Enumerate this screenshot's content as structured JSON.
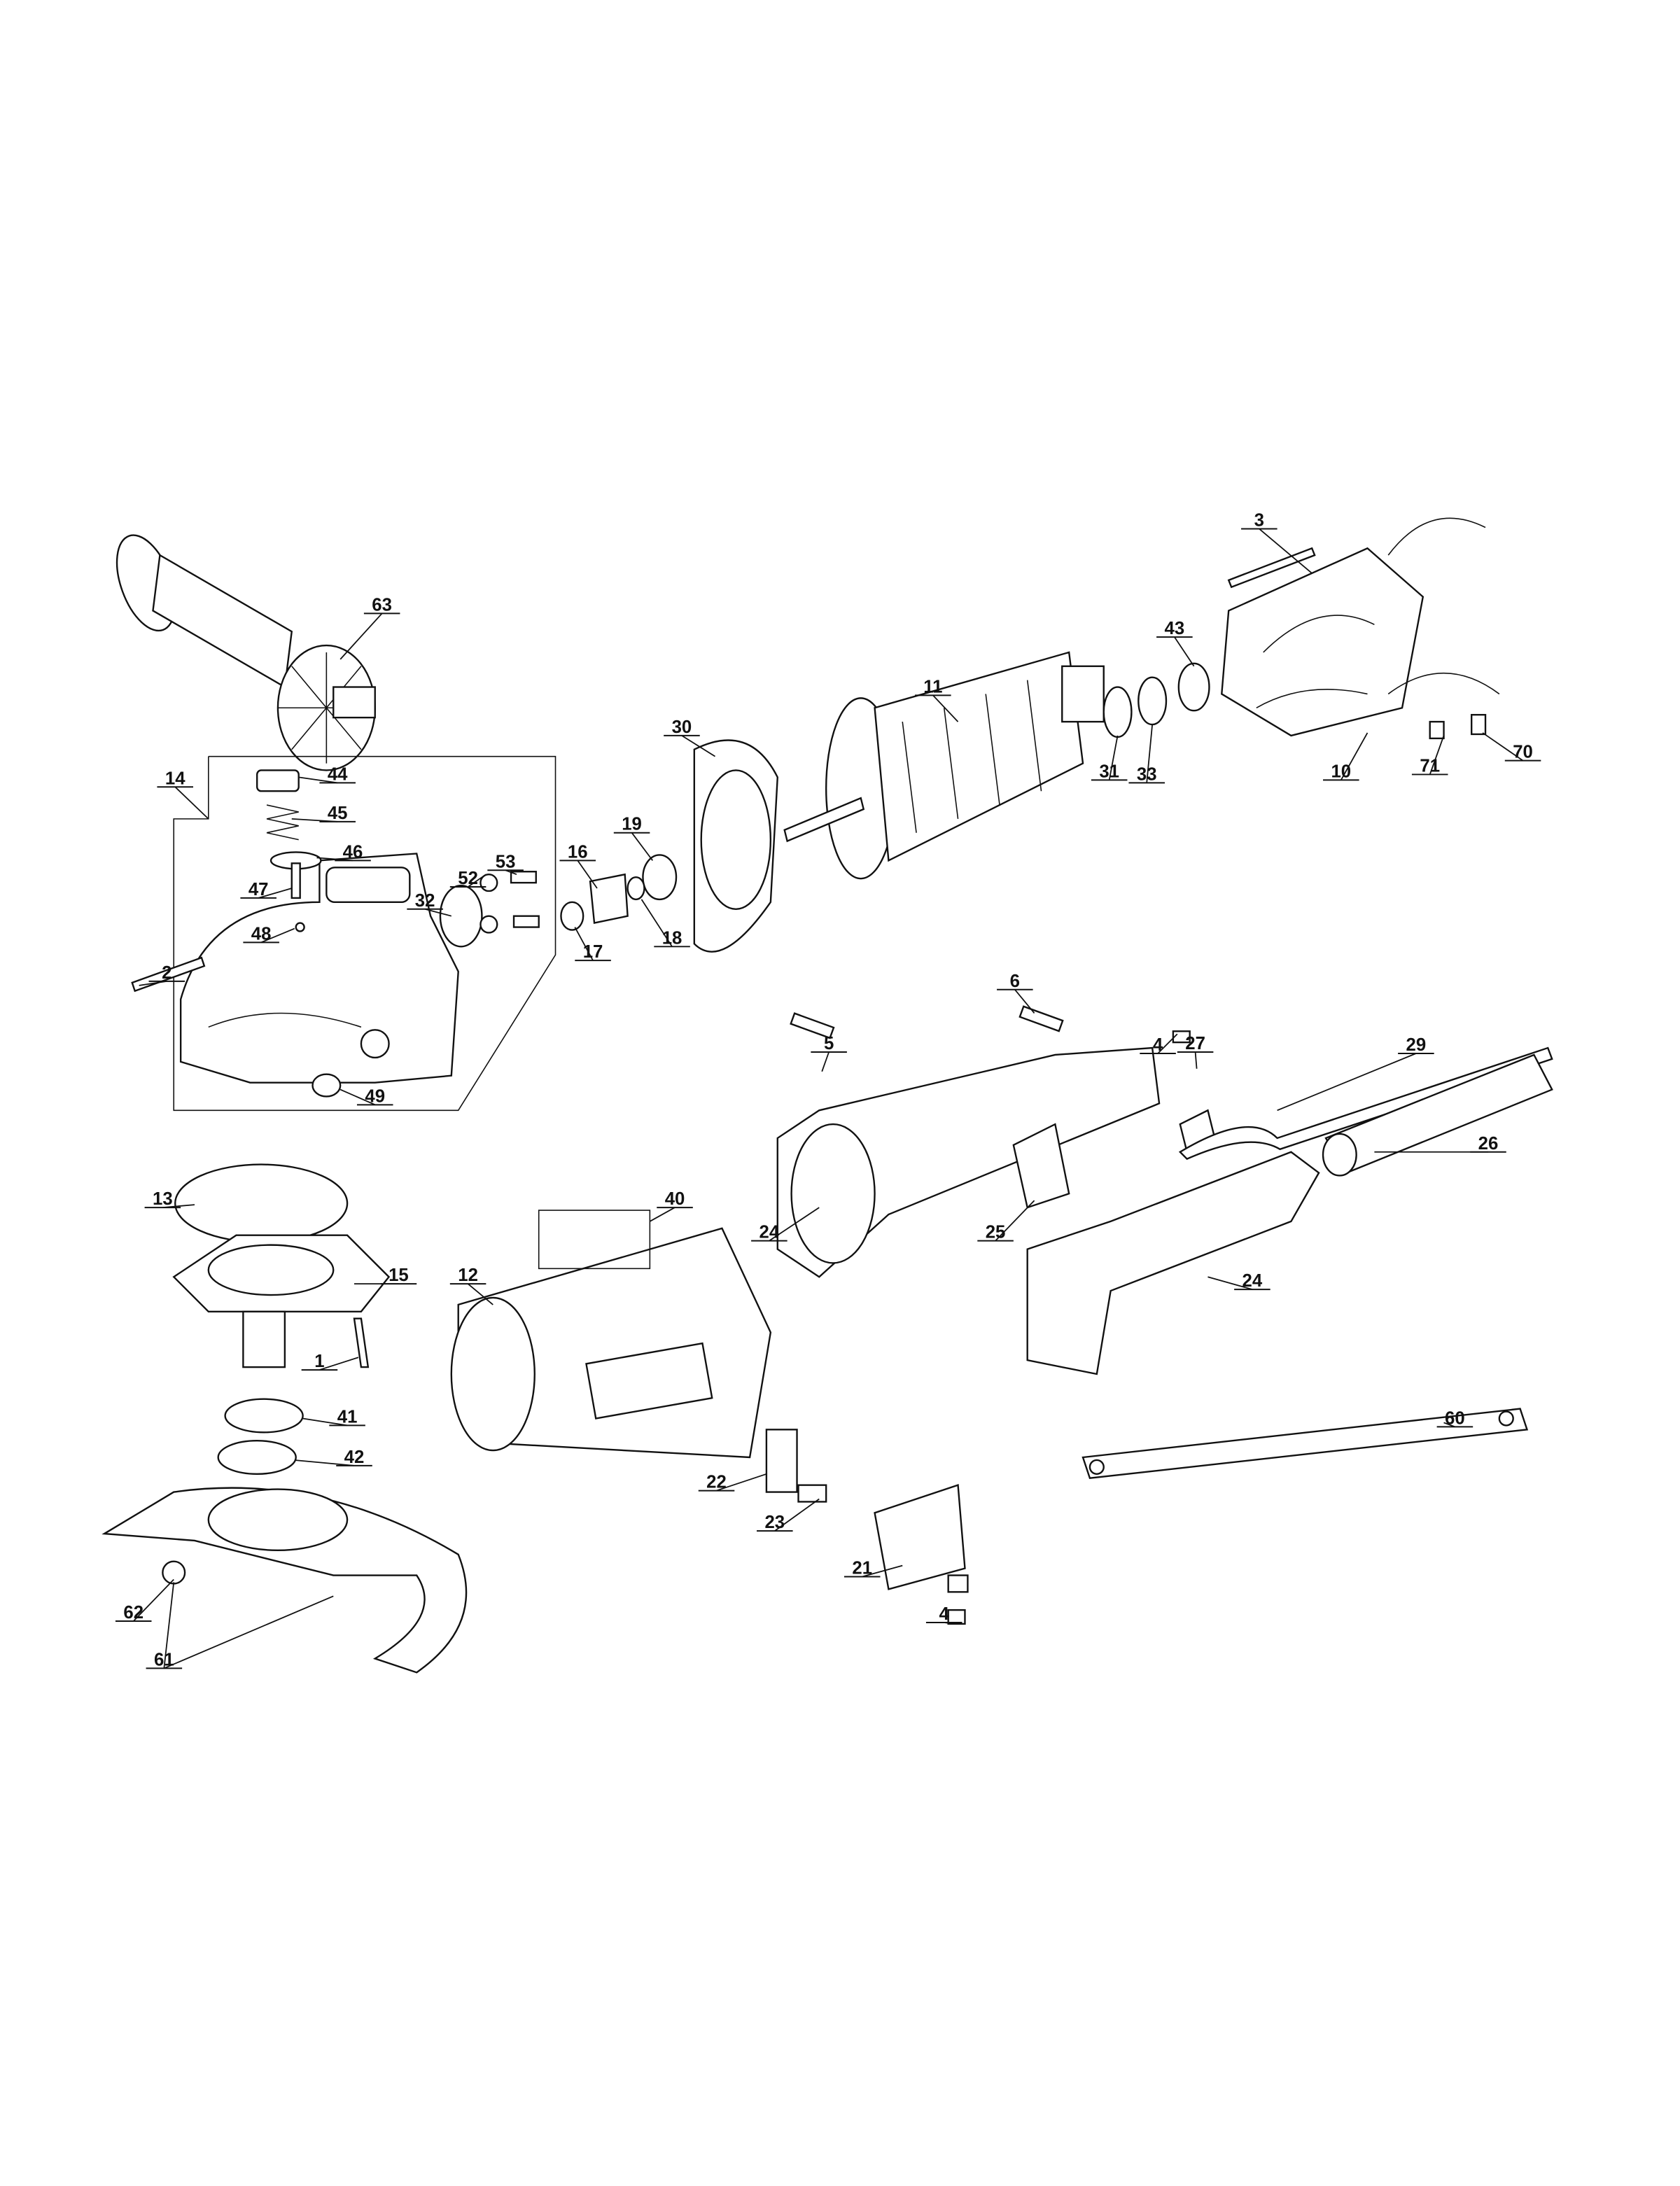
{
  "diagram": {
    "type": "exploded parts diagram",
    "callouts": [
      "63",
      "3",
      "43",
      "11",
      "30",
      "31",
      "33",
      "10",
      "71",
      "70",
      "44",
      "14",
      "45",
      "46",
      "47",
      "16",
      "19",
      "52",
      "53",
      "32",
      "48",
      "17",
      "18",
      "2",
      "6",
      "5",
      "4",
      "27",
      "29",
      "49",
      "26",
      "13",
      "40",
      "24",
      "25",
      "12",
      "15",
      "24",
      "1",
      "41",
      "60",
      "42",
      "22",
      "23",
      "21",
      "62",
      "4",
      "61"
    ],
    "colors": {
      "ink": "#111111",
      "background": "#ffffff"
    }
  }
}
